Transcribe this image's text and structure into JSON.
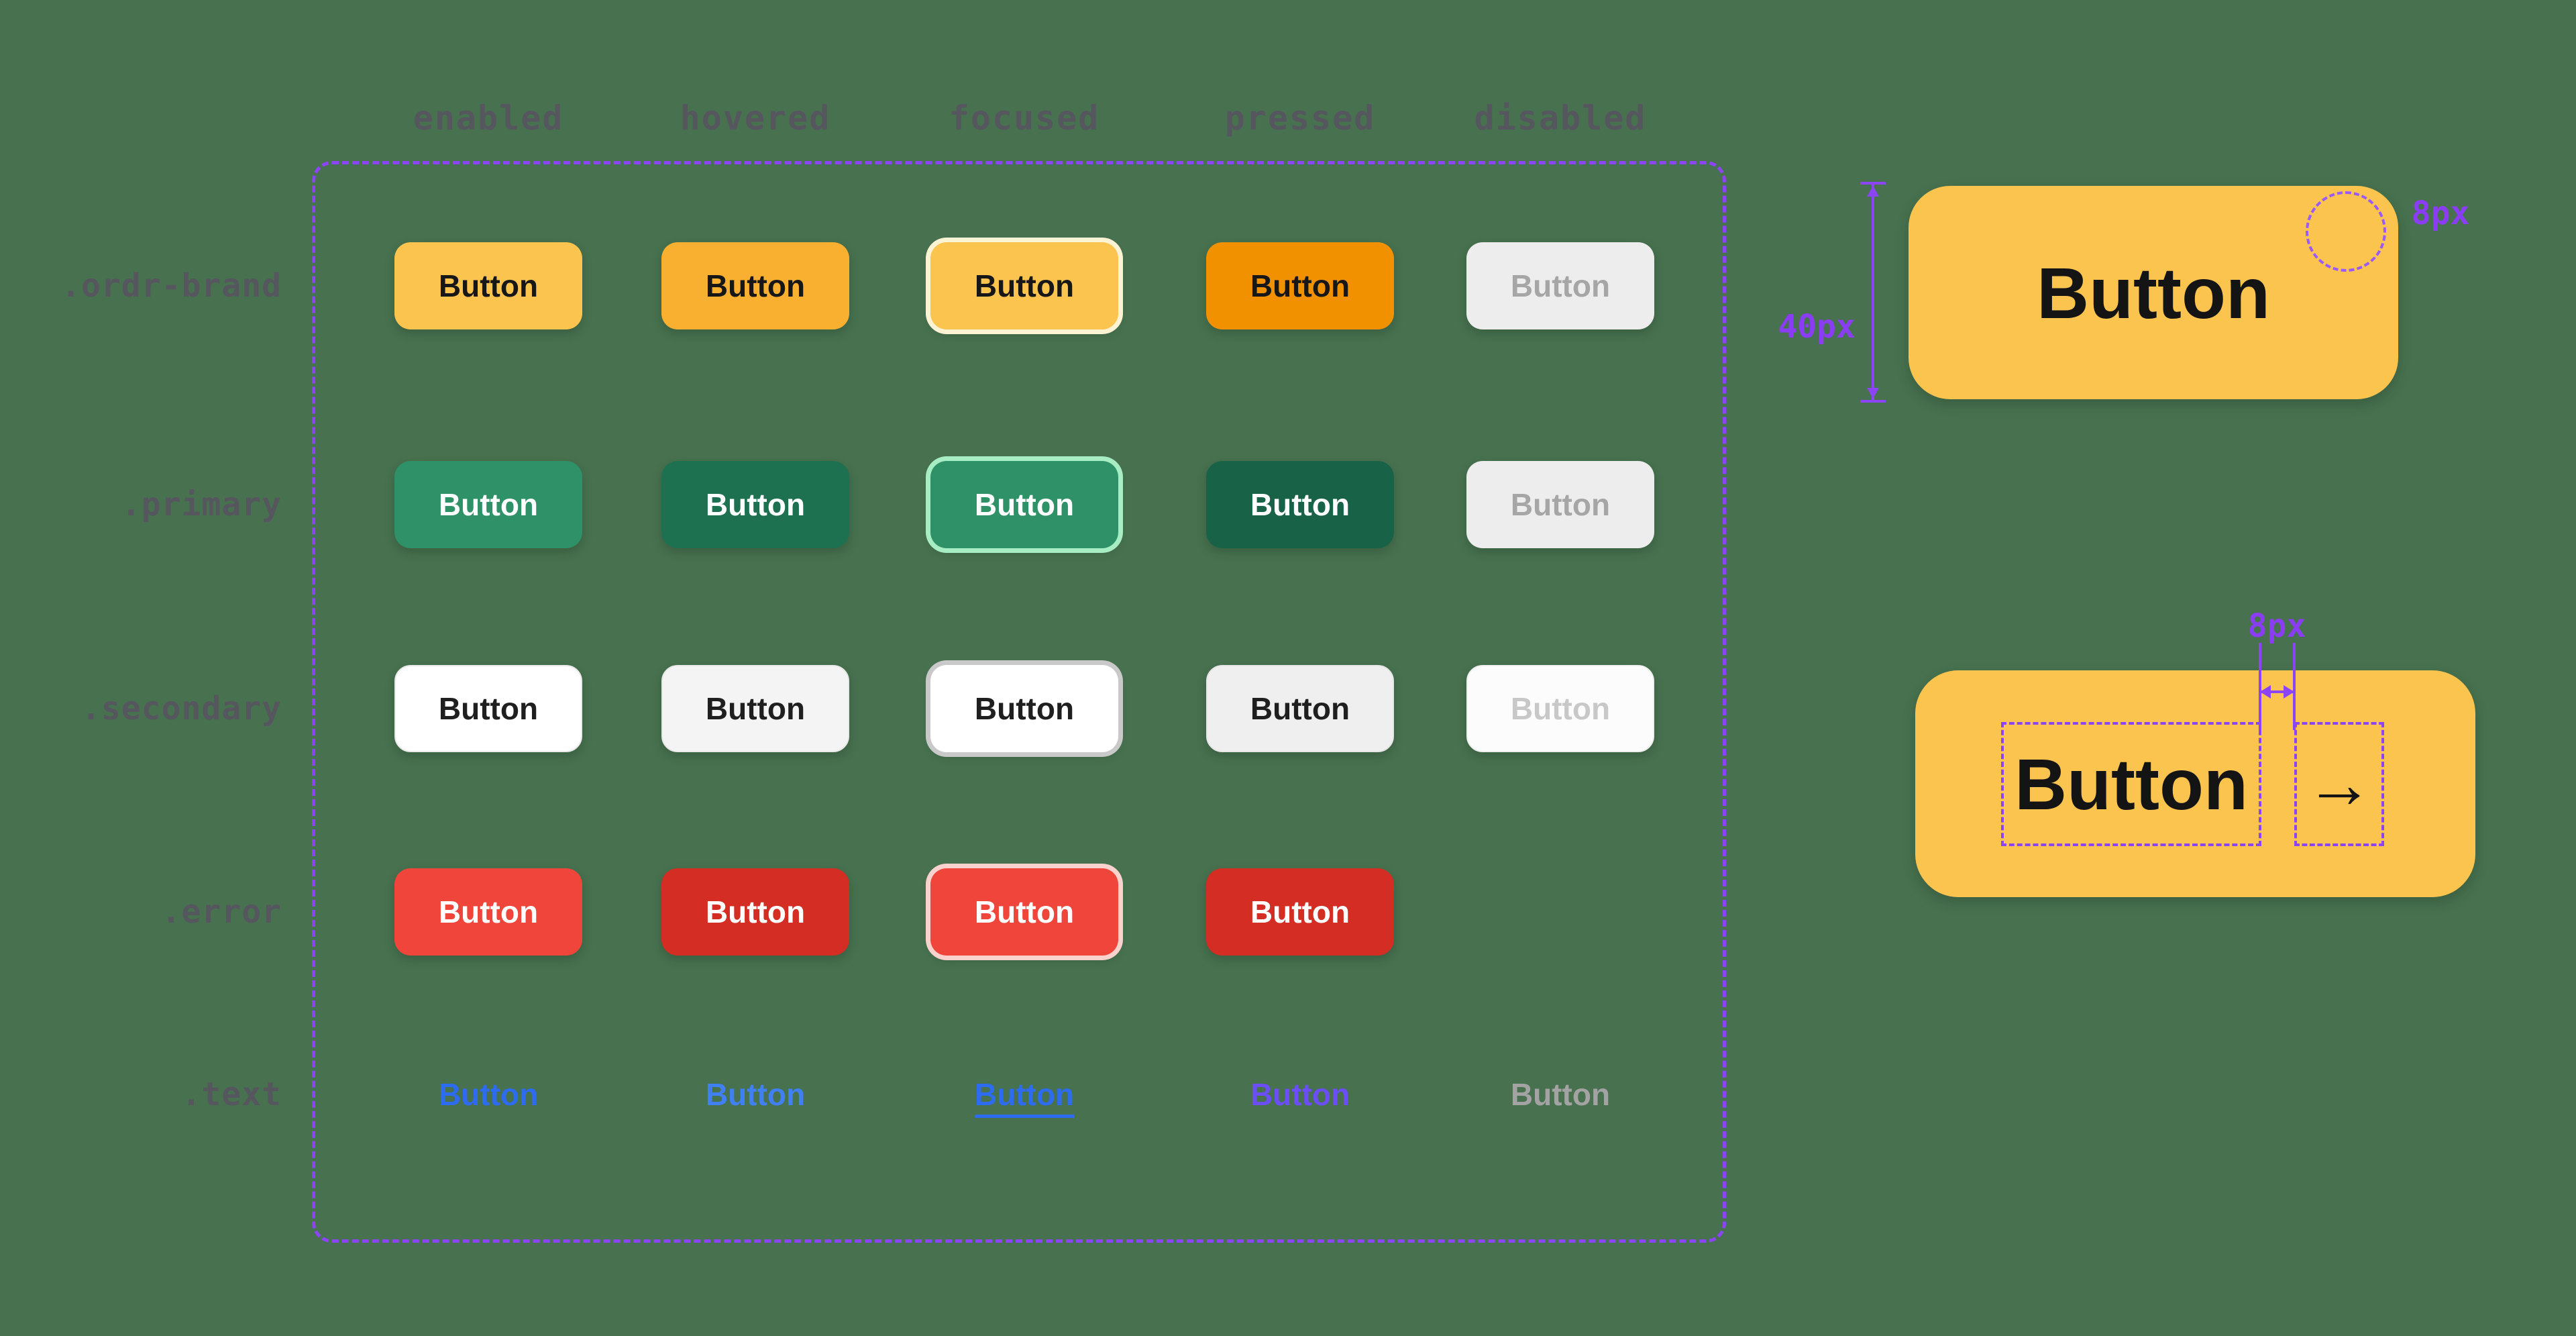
{
  "colors": {
    "background": "#47714F",
    "annotation_purple": "#8B45F7",
    "muted_label_gray": "#56565F",
    "brand_yellow": "#FBC44E"
  },
  "matrix": {
    "columns": [
      "enabled",
      "hovered",
      "focused",
      "pressed",
      "disabled"
    ],
    "button_label": "Button",
    "rows": [
      {
        "label": ".ordr-brand",
        "name": "ordr-brand",
        "kind": "solid",
        "states": [
          {
            "state": "enabled",
            "bg": "#FBC44E",
            "fg": "#171717"
          },
          {
            "state": "hovered",
            "bg": "#F9AF2F",
            "fg": "#171717"
          },
          {
            "state": "focused",
            "bg": "#FBC44E",
            "fg": "#171717",
            "ring": "#FCF3D5"
          },
          {
            "state": "pressed",
            "bg": "#F19100",
            "fg": "#171717"
          },
          {
            "state": "disabled",
            "bg": "#EDEDED",
            "fg": "#A6A6A6"
          }
        ]
      },
      {
        "label": ".primary",
        "name": "primary",
        "kind": "solid",
        "states": [
          {
            "state": "enabled",
            "bg": "#2F9168",
            "fg": "#FFFFFF"
          },
          {
            "state": "hovered",
            "bg": "#1E7150",
            "fg": "#FFFFFF"
          },
          {
            "state": "focused",
            "bg": "#2F9168",
            "fg": "#FFFFFF",
            "ring": "#A6EDC3"
          },
          {
            "state": "pressed",
            "bg": "#186348",
            "fg": "#FFFFFF"
          },
          {
            "state": "disabled",
            "bg": "#EDEDED",
            "fg": "#A6A6A6"
          }
        ]
      },
      {
        "label": ".secondary",
        "name": "secondary",
        "kind": "solid",
        "states": [
          {
            "state": "enabled",
            "bg": "#FFFFFF",
            "fg": "#1F1F1F",
            "border": "#E9E9E9"
          },
          {
            "state": "hovered",
            "bg": "#F4F4F4",
            "fg": "#1F1F1F",
            "border": "#E9E9E9"
          },
          {
            "state": "focused",
            "bg": "#FFFFFF",
            "fg": "#1F1F1F",
            "ring": "#C9C9C9"
          },
          {
            "state": "pressed",
            "bg": "#EFEFEF",
            "fg": "#1F1F1F",
            "border": "#E6E6E6"
          },
          {
            "state": "disabled",
            "bg": "#FCFCFC",
            "fg": "#C8C8C8",
            "border": "#EFEFEF"
          }
        ]
      },
      {
        "label": ".error",
        "name": "error",
        "kind": "solid",
        "states": [
          {
            "state": "enabled",
            "bg": "#EF453B",
            "fg": "#FFFFFF"
          },
          {
            "state": "hovered",
            "bg": "#D42D23",
            "fg": "#FFFFFF"
          },
          {
            "state": "focused",
            "bg": "#EF453B",
            "fg": "#FFFFFF",
            "ring": "#F9D2CE"
          },
          {
            "state": "pressed",
            "bg": "#D42D23",
            "fg": "#FFFFFF"
          },
          null
        ]
      },
      {
        "label": ".text",
        "name": "text",
        "kind": "text",
        "states": [
          {
            "state": "enabled",
            "fg": "#2D6BF0"
          },
          {
            "state": "hovered",
            "fg": "#4080F2"
          },
          {
            "state": "focused",
            "fg": "#2D6BF0",
            "underline": true
          },
          {
            "state": "pressed",
            "fg": "#6B4EF5"
          },
          {
            "state": "disabled",
            "fg": "#A3A3A3"
          }
        ]
      }
    ]
  },
  "spec_height": {
    "button_label": "Button",
    "height_label": "40px",
    "radius_label": "8px"
  },
  "spec_gap": {
    "button_label": "Button",
    "arrow": "→",
    "gap_label": "8px"
  }
}
